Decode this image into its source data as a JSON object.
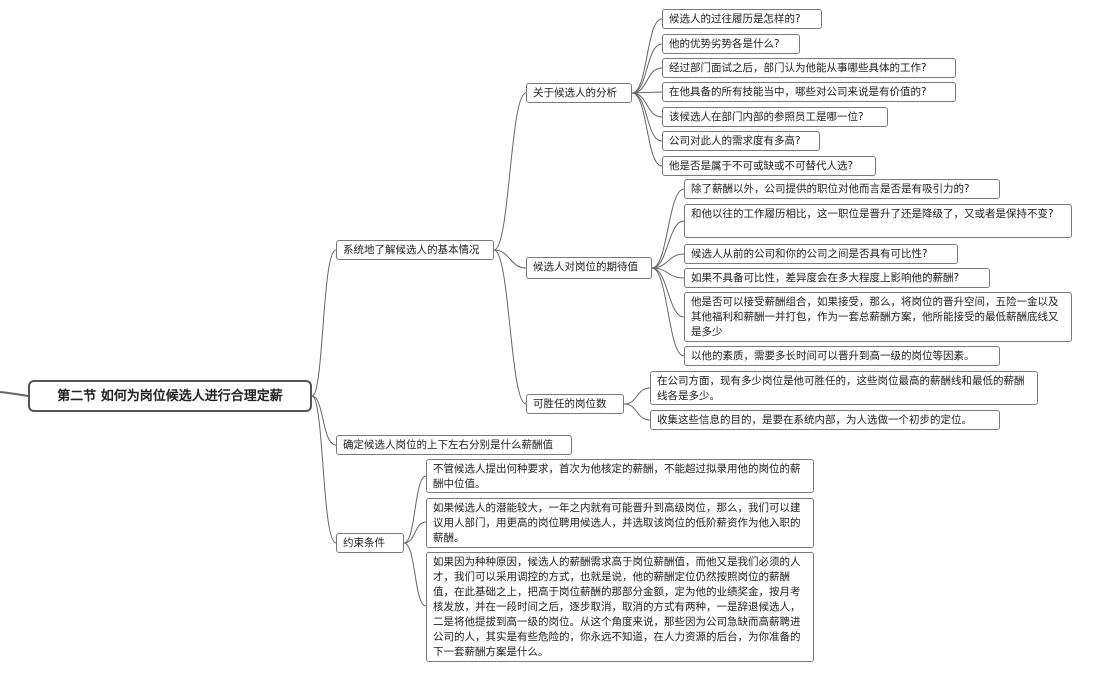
{
  "root": "第二节  如何为岗位候选人进行合理定薪",
  "branches": {
    "b1": {
      "label": "系统地了解候选人的基本情况",
      "children": {
        "analysis": {
          "label": "关于候选人的分析",
          "items": [
            "候选人的过往履历是怎样的?",
            "他的优势劣势各是什么?",
            "经过部门面试之后，部门认为他能从事哪些具体的工作?",
            "在他具备的所有技能当中，哪些对公司来说是有价值的?",
            "该候选人在部门内部的参照员工是哪一位?",
            "公司对此人的需求度有多高?",
            "他是否是属于不可或缺或不可替代人选?"
          ]
        },
        "expectation": {
          "label": "候选人对岗位的期待值",
          "items": [
            "除了薪酬以外，公司提供的职位对他而言是否是有吸引力的?",
            "和他以往的工作履历相比，这一职位是晋升了还是降级了，又或者是保持不变?",
            "候选人从前的公司和你的公司之间是否具有可比性?",
            "如果不具备可比性，差异度会在多大程度上影响他的薪酬?",
            "他是否可以接受薪酬组合，如果接受，那么，将岗位的晋升空间，五险一金以及其他福利和薪酬一并打包，作为一套总薪酬方案，他所能接受的最低薪酬底线又是多少",
            "以他的素质，需要多长时间可以晋升到高一级的岗位等因素。"
          ]
        },
        "positions": {
          "label": "可胜任的岗位数",
          "items": [
            "在公司方面，现有多少岗位是他可胜任的，这些岗位最高的薪酬线和最低的薪酬线各是多少。",
            "收集这些信息的目的，是要在系统内部，为人选做一个初步的定位。"
          ]
        }
      }
    },
    "b2": {
      "label": "确定候选人岗位的上下左右分别是什么薪酬值"
    },
    "b3": {
      "label": "约束条件",
      "items": [
        "不管候选人提出何种要求，首次为他核定的薪酬，不能超过拟录用他的岗位的薪酬中位值。",
        "如果候选人的潜能较大，一年之内就有可能晋升到高级岗位，那么，我们可以建议用人部门，用更高的岗位聘用候选人，并选取该岗位的低阶薪资作为他入职的薪酬。",
        "如果因为种种原因，候选人的薪酬需求高于岗位薪酬值，而他又是我们必须的人才，我们可以采用调控的方式，也就是说，他的薪酬定位仍然按照岗位的薪酬值，在此基础之上，把高于岗位薪酬的那部分金额，定为他的业绩奖金，按月考核发放，并在一段时间之后，逐步取消，取消的方式有两种，一是辞退候选人，二是将他提拔到高一级的岗位。从这个角度来说，那些因为公司急缺而高薪聘进公司的人，其实是有些危险的，你永远不知道，在人力资源的后台，为你准备的下一套薪酬方案是什么。"
      ]
    }
  }
}
